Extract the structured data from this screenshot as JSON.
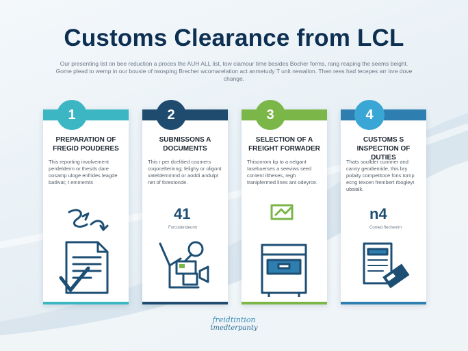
{
  "page": {
    "title": "Customs Clearance from LCL",
    "subtitle": "Our presenting list on bee reduction a proces the AUH ALL list, tow clamour time besides Bocher forms, rang reaping the seems beight. Gome plead to wemp in our bousie of twosping Brecher wcomarelation act anmetudy T unit newalion. Then rees had tecepes arr inre dove change."
  },
  "colors": {
    "teal": "#3db6c4",
    "navy": "#1f4b6e",
    "green": "#7ab648",
    "blue": "#2e7fb0",
    "title": "#0d2f52"
  },
  "steps": [
    {
      "number": "1",
      "title": "PREPARATION OF FREGID POUDERES",
      "description": "This reporting involvement perdelderm or thesds dare oosamp uloge enfrides leagde batlivat; t emmemts",
      "icon": "document-check-icon"
    },
    {
      "number": "2",
      "title": "SUBNISSONS A DOCUMENTS",
      "description": "This r per dcelitied coumers coqocelterinng; felighy or oligont vateldemmmd or aoddi andulpt net of forestonde.",
      "icon": "microscope-icon",
      "label_big": "41",
      "label_small": "Forcodendeurm"
    },
    {
      "number": "3",
      "title": "SELECTION OF A FREIGHT FORWADER",
      "description": "Thisonrom kp to a nelgant Iasebuerses a seeviws seed content iltheses, regh tranipfermed lines ant odeyrce.",
      "icon": "storage-box-icon"
    },
    {
      "number": "4",
      "title": "CUSTOMS S INSPECTION OF DUTIES",
      "description": "Thats soullder cunnner and canny geodiemide, this bry polaity competitoce fons tornp ecng texcen frembert rbogleyt ubsialk.",
      "icon": "receipt-card-icon",
      "label_big": "n4",
      "label_small": "Comed flechemm"
    }
  ],
  "footer": {
    "logo_line1": "freidtintion",
    "logo_line2": "tmedterpanty"
  }
}
